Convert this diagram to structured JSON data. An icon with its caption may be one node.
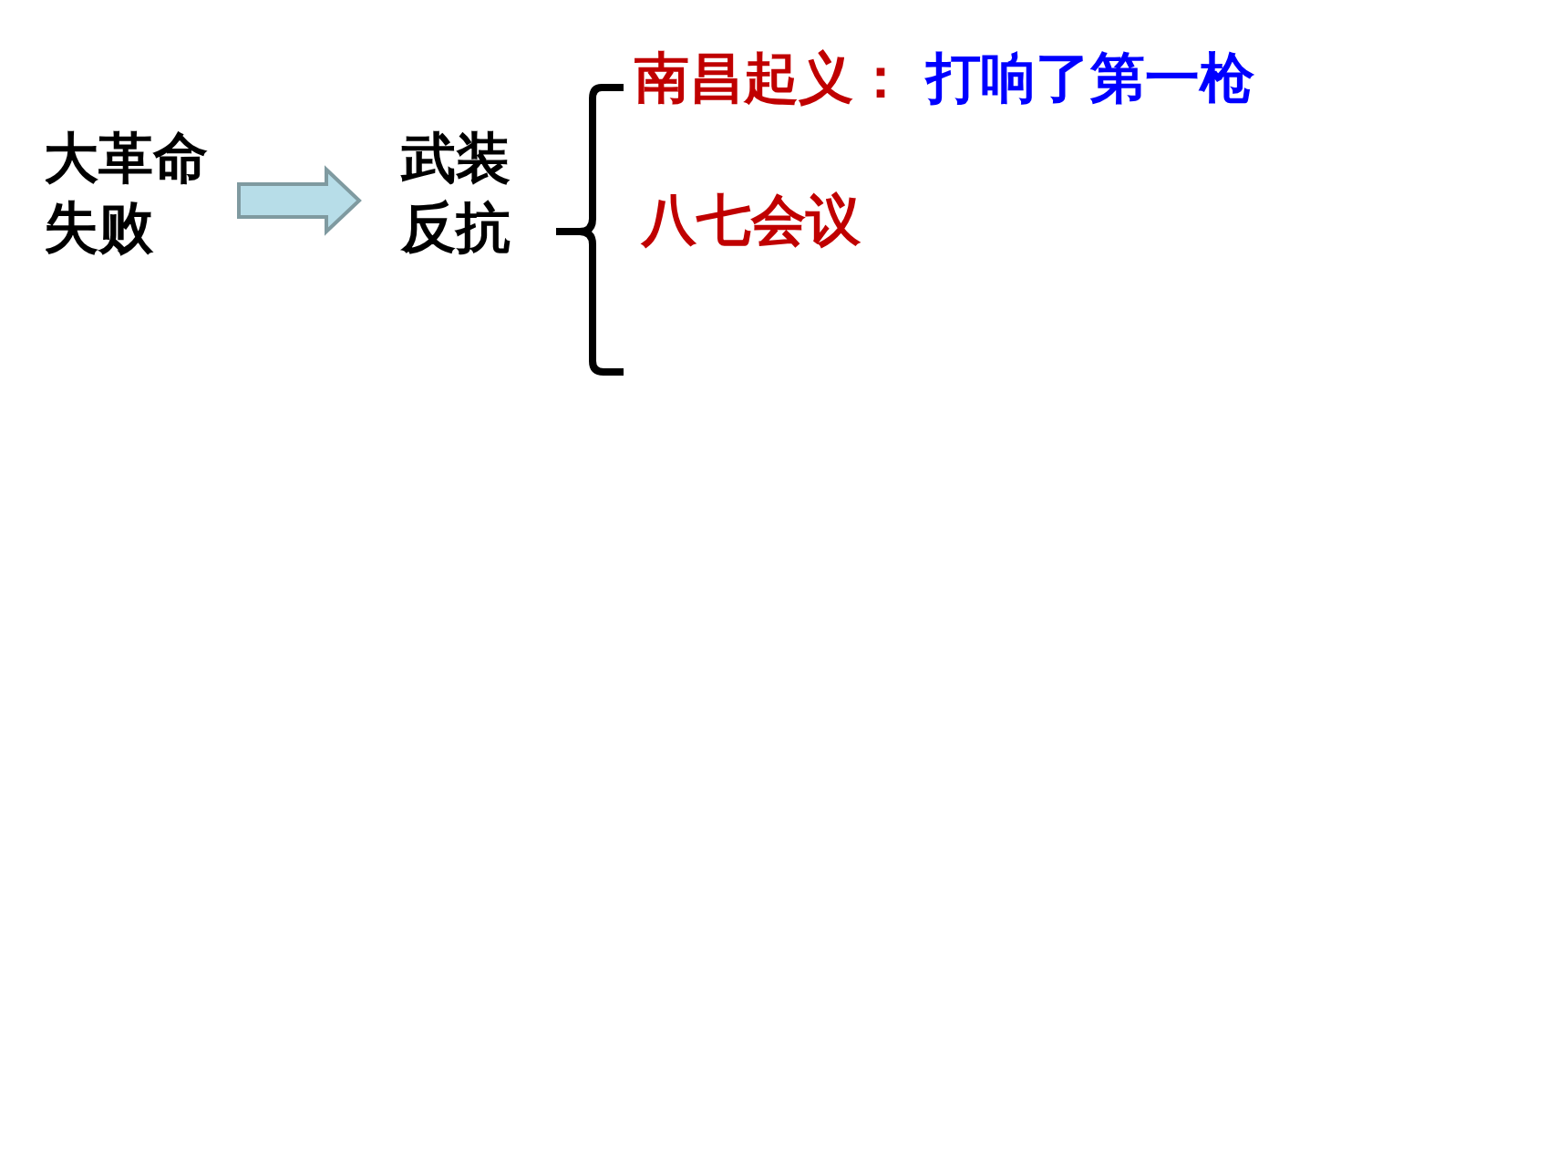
{
  "diagram": {
    "nodes": [
      {
        "text": [
          "大革命失败"
        ]
      },
      {
        "text": [
          "武装反抗"
        ]
      }
    ],
    "edges": [
      {
        "from": 0,
        "to": 1,
        "arrow": "to"
      }
    ],
    "labels": [
      "南昌起义：",
      "打响了第一枪",
      "八七会议"
    ]
  }
}
